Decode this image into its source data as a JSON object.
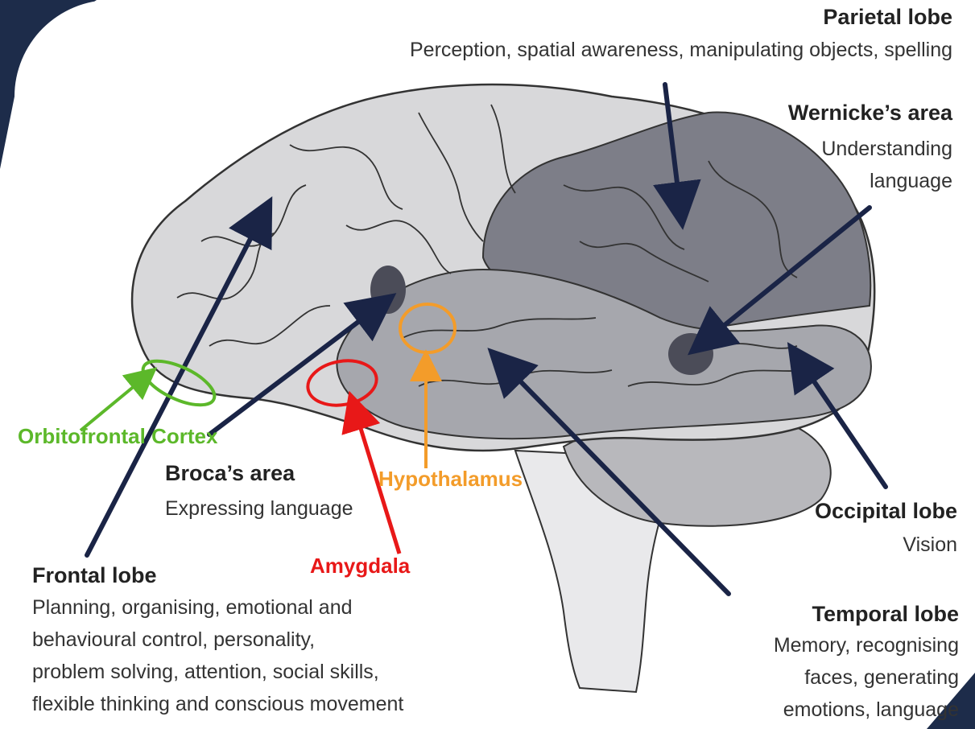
{
  "labels": {
    "parietal": {
      "title": "Parietal lobe",
      "desc": "Perception, spatial awareness, manipulating objects, spelling"
    },
    "wernicke": {
      "title": "Wernicke’s area",
      "desc_line1": "Understanding",
      "desc_line2": "language"
    },
    "broca": {
      "title": "Broca’s area",
      "desc": "Expressing language"
    },
    "frontal": {
      "title": "Frontal lobe",
      "desc_lines": [
        "Planning, organising, emotional and",
        "behavioural control, personality,",
        "problem solving, attention, social skills,",
        "flexible thinking and conscious movement"
      ]
    },
    "occipital": {
      "title": "Occipital lobe",
      "desc": "Vision"
    },
    "temporal": {
      "title": "Temporal lobe",
      "desc_lines": [
        "Memory, recognising",
        "faces, generating",
        "emotions, language"
      ]
    }
  },
  "annotations": {
    "orbitofrontal": {
      "text": "Orbitofrontal Cortex",
      "color": "#5cb82a"
    },
    "hypothalamus": {
      "text": "Hypothalamus",
      "color": "#f39c2a"
    },
    "amygdala": {
      "text": "Amygdala",
      "color": "#e81818"
    }
  },
  "colors": {
    "arrow": "#1a2446",
    "brain_light": "#d6d6d8",
    "brain_mid": "#a9a9ad",
    "brain_dark": "#6d6e78",
    "background": "#1d2c4a"
  }
}
